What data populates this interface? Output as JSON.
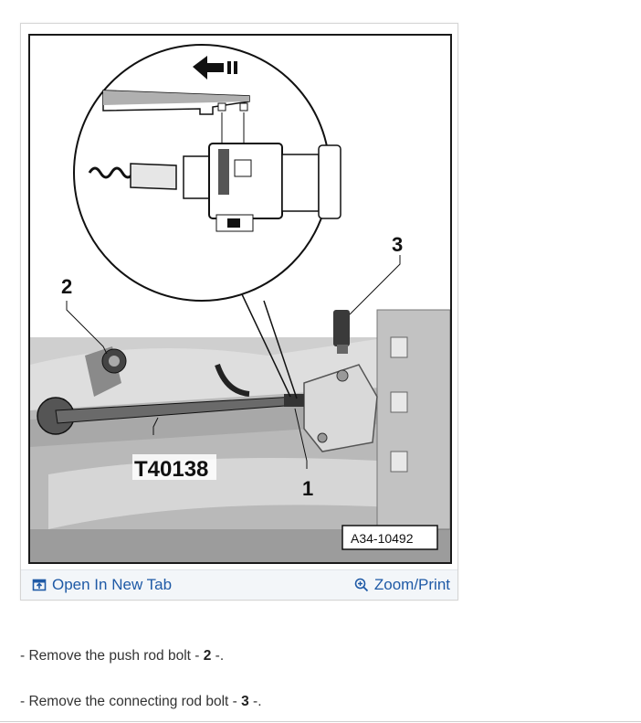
{
  "figure": {
    "callouts": {
      "c1": "1",
      "c2": "2",
      "c3": "3"
    },
    "tool_label": "T40138",
    "figure_id": "A34-10492"
  },
  "toolbar": {
    "open_tab_label": "Open In New Tab",
    "zoom_print_label": "Zoom/Print"
  },
  "steps": [
    {
      "prefix": "- Remove the push rod bolt - ",
      "num": "2",
      "suffix": " -."
    },
    {
      "prefix": "- Remove the connecting rod bolt - ",
      "num": "3",
      "suffix": " -."
    }
  ],
  "colors": {
    "link": "#1f5aa6",
    "toolbar_bg": "#f3f6f9"
  }
}
